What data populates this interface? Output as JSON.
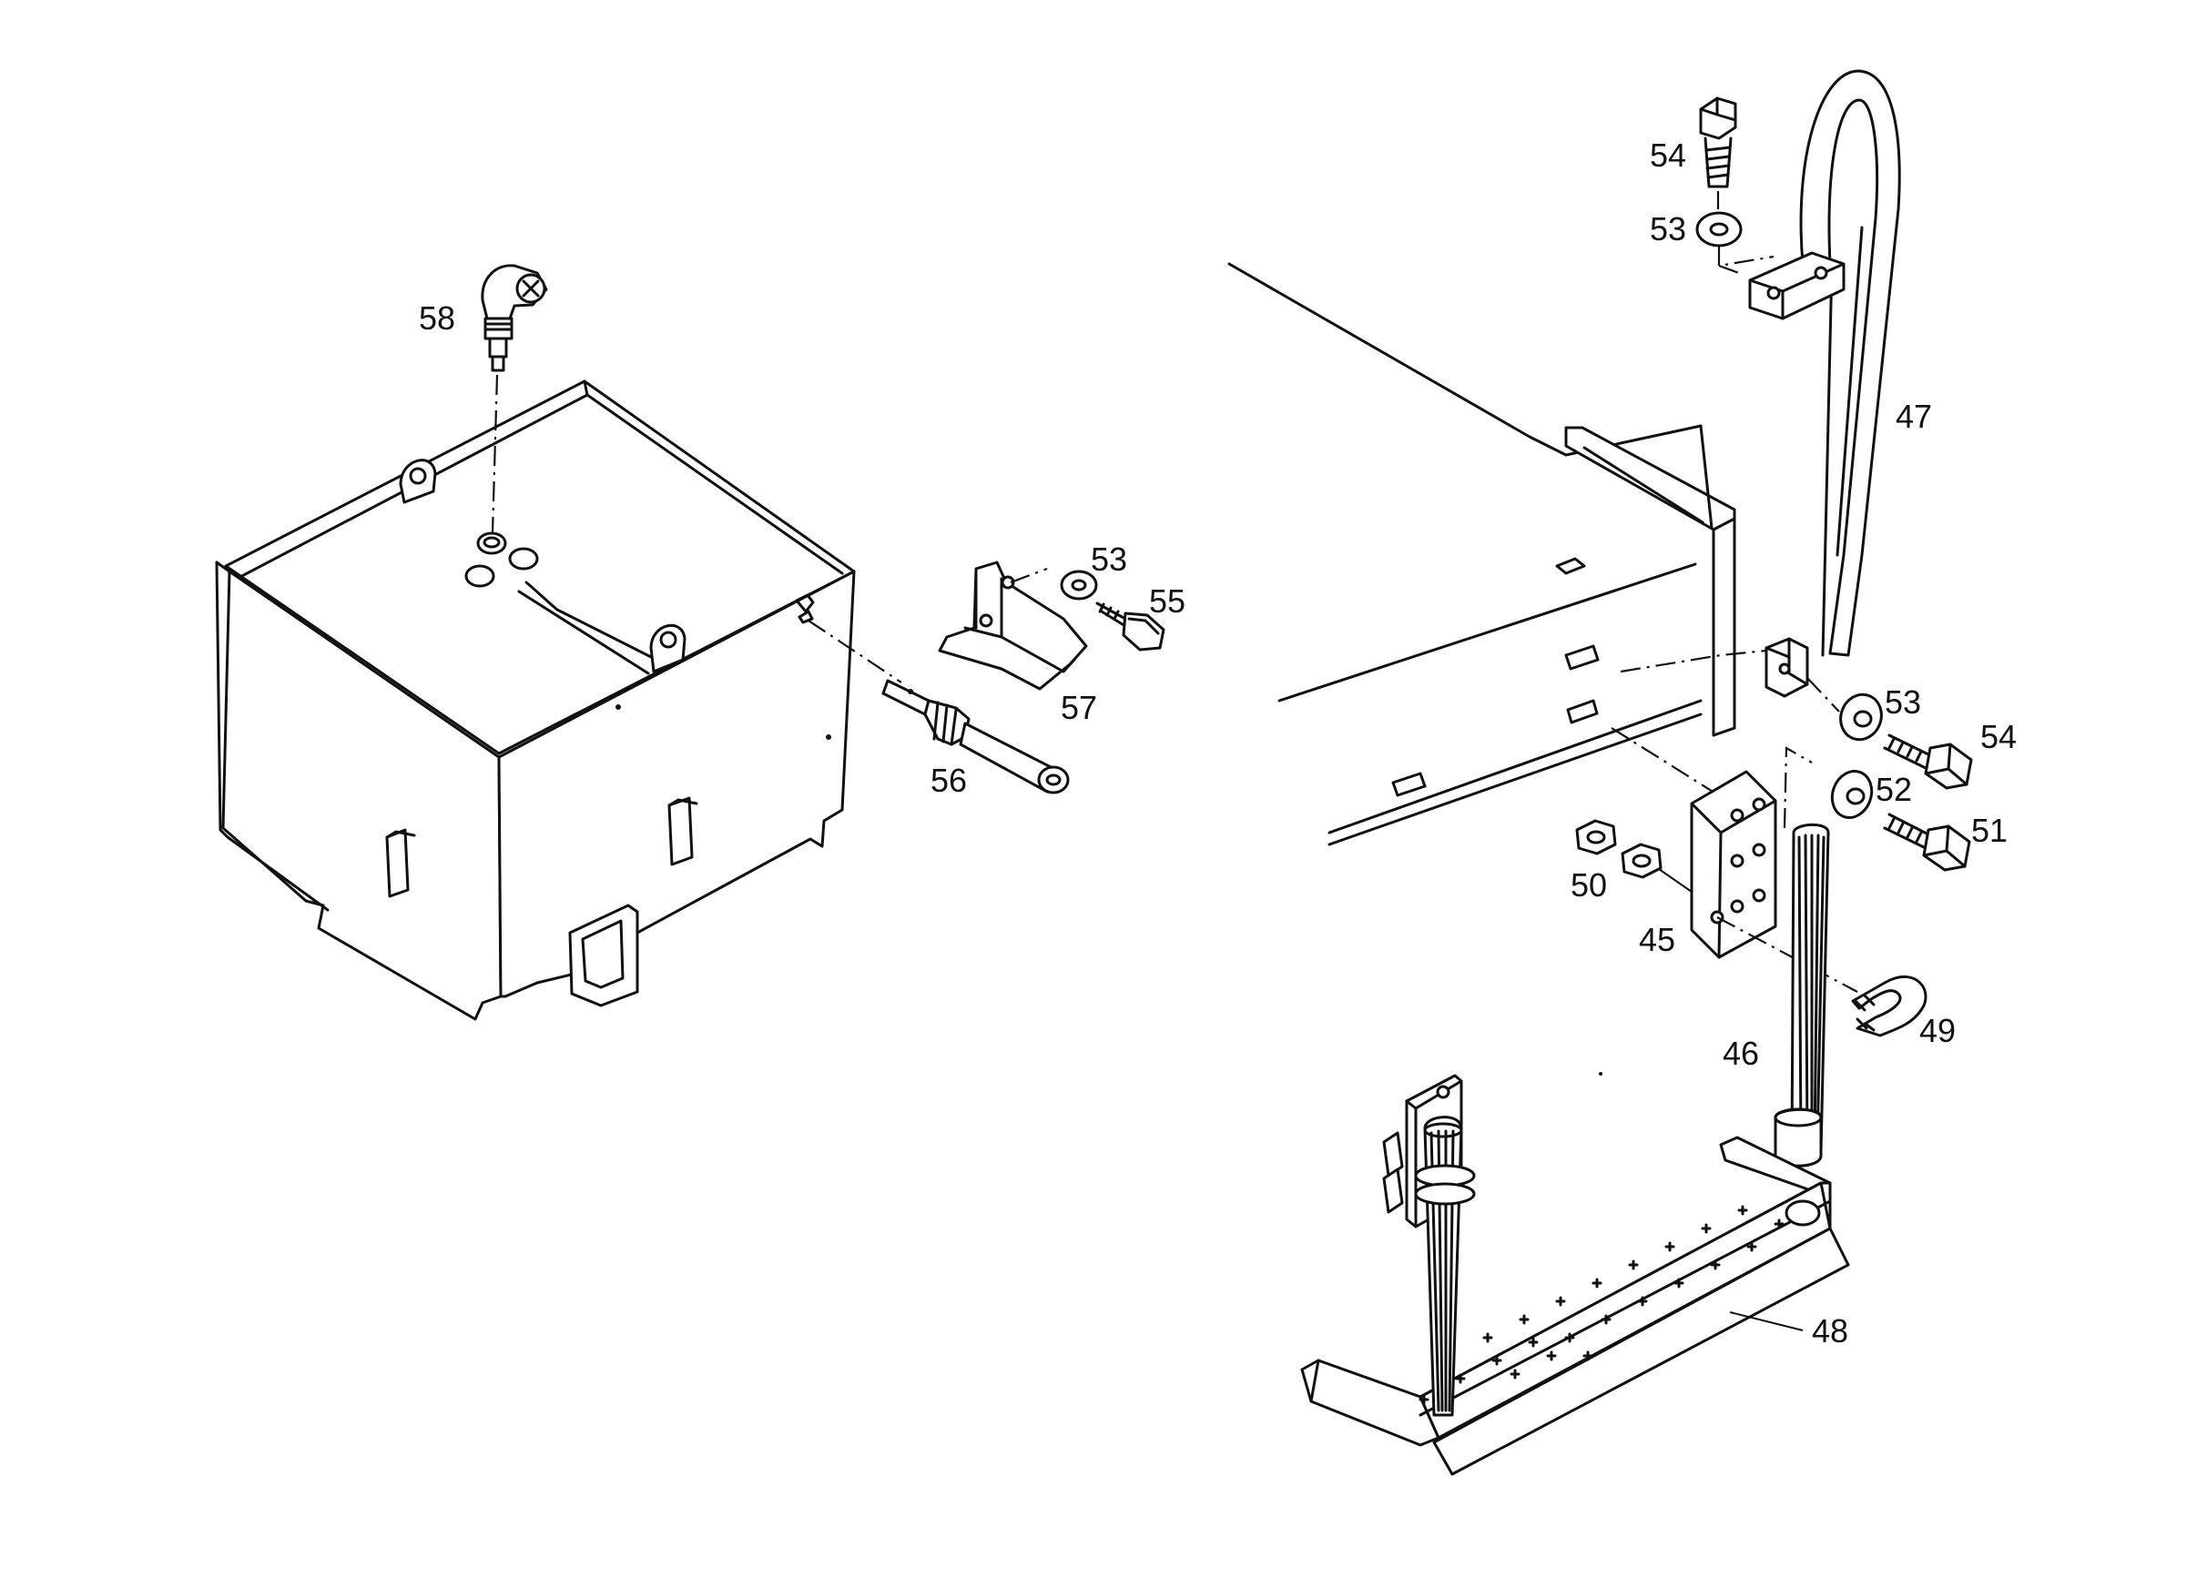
{
  "parts": [
    {
      "id": "p45",
      "number": "45"
    },
    {
      "id": "p46",
      "number": "46"
    },
    {
      "id": "p47",
      "number": "47"
    },
    {
      "id": "p48",
      "number": "48"
    },
    {
      "id": "p49",
      "number": "49"
    },
    {
      "id": "p50",
      "number": "50"
    },
    {
      "id": "p51",
      "number": "51"
    },
    {
      "id": "p52",
      "number": "52"
    },
    {
      "id": "p53a",
      "number": "53"
    },
    {
      "id": "p53b",
      "number": "53"
    },
    {
      "id": "p53c",
      "number": "53"
    },
    {
      "id": "p54a",
      "number": "54"
    },
    {
      "id": "p54b",
      "number": "54"
    },
    {
      "id": "p55",
      "number": "55"
    },
    {
      "id": "p56",
      "number": "56"
    },
    {
      "id": "p57",
      "number": "57"
    },
    {
      "id": "p58",
      "number": "58"
    }
  ]
}
